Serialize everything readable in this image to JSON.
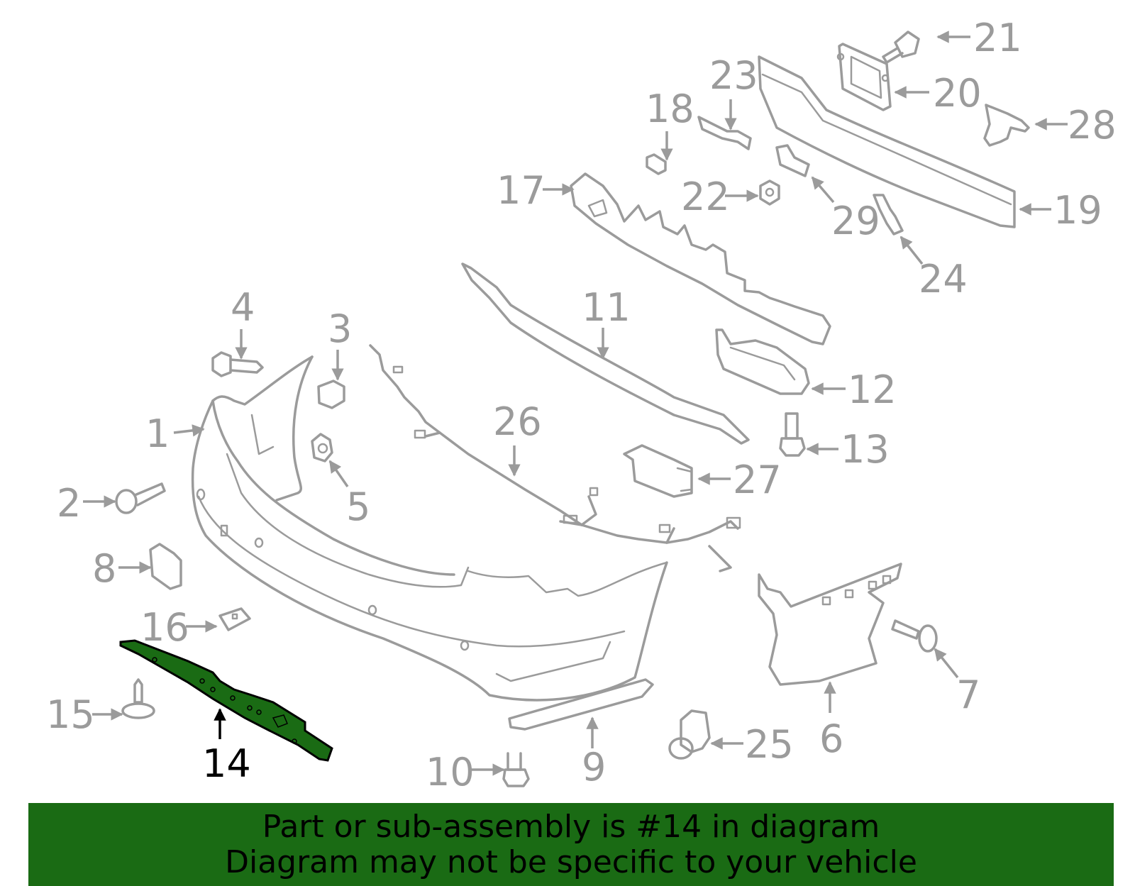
{
  "diagram": {
    "highlight_part": "14",
    "colors": {
      "parts": "#9b9b9b",
      "highlight_fill": "#1a6b14",
      "highlight_stroke": "#000000",
      "banner": "#1a6b14",
      "banner_text": "#000000"
    },
    "labels": [
      "1",
      "2",
      "3",
      "4",
      "5",
      "6",
      "7",
      "8",
      "9",
      "10",
      "11",
      "12",
      "13",
      "14",
      "15",
      "16",
      "17",
      "18",
      "19",
      "20",
      "21",
      "22",
      "23",
      "24",
      "25",
      "26",
      "27",
      "28",
      "29"
    ]
  },
  "banner": {
    "line1": "Part or sub-assembly is #14 in diagram",
    "line2": "Diagram may not be specific to your vehicle"
  }
}
